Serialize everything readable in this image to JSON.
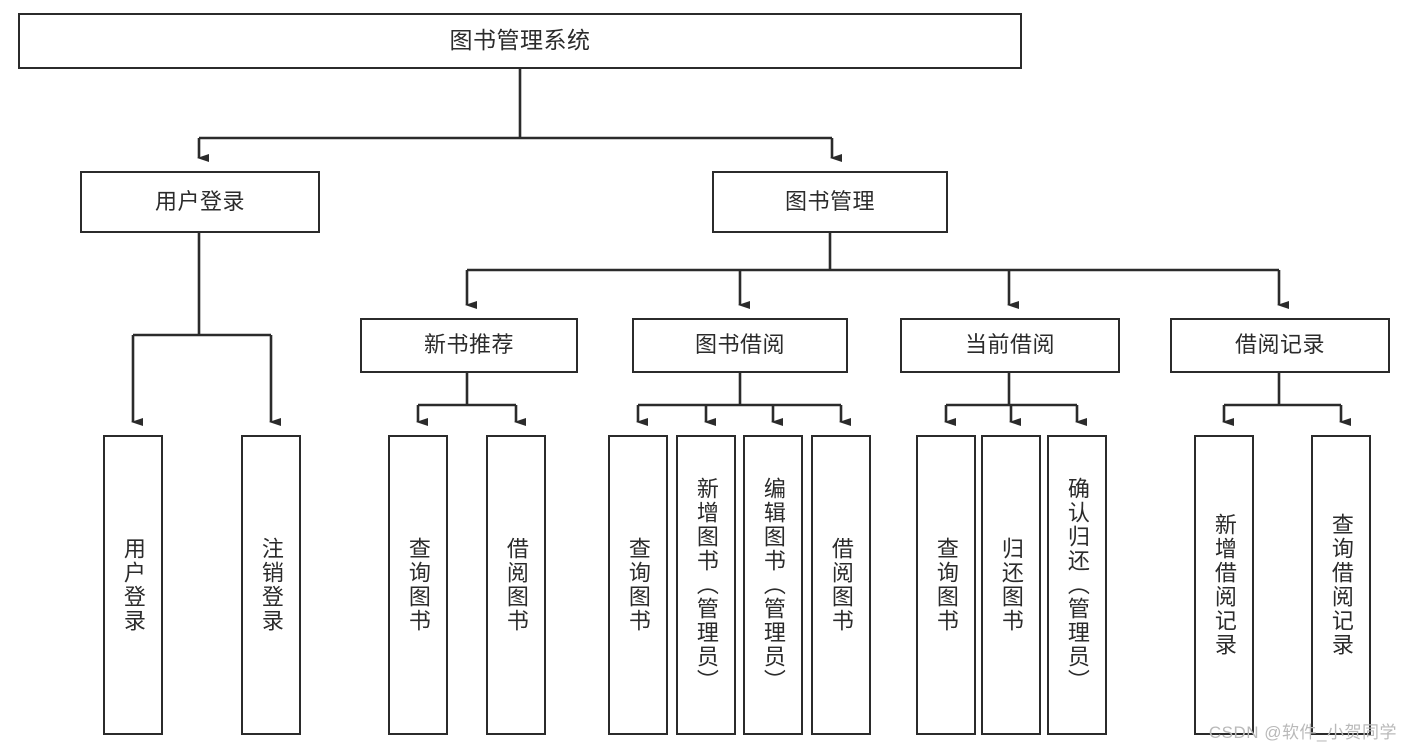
{
  "diagram": {
    "type": "tree-hierarchy",
    "title": "图书管理系统",
    "root": {
      "label": "图书管理系统"
    },
    "level2": [
      {
        "label": "用户登录"
      },
      {
        "label": "图书管理"
      }
    ],
    "level3": [
      {
        "label": "新书推荐"
      },
      {
        "label": "图书借阅"
      },
      {
        "label": "当前借阅"
      },
      {
        "label": "借阅记录"
      }
    ],
    "leaves": {
      "user_login": [
        {
          "label": "用户登录"
        },
        {
          "label": "注销登录"
        }
      ],
      "new_book_recommend": [
        {
          "label": "查询图书"
        },
        {
          "label": "借阅图书"
        }
      ],
      "book_borrow": [
        {
          "label": "查询图书"
        },
        {
          "label": "新增图书（管理员）"
        },
        {
          "label": "编辑图书（管理员）"
        },
        {
          "label": "借阅图书"
        }
      ],
      "current_borrow": [
        {
          "label": "查询图书"
        },
        {
          "label": "归还图书"
        },
        {
          "label": "确认归还（管理员）"
        }
      ],
      "borrow_record": [
        {
          "label": "新增借阅记录"
        },
        {
          "label": "查询借阅记录"
        }
      ]
    },
    "watermark": "CSDN @软件_小贺同学",
    "colors": {
      "stroke": "#2b2b2b",
      "fill": "#ffffff",
      "text": "#2b2b2b",
      "watermark": "#b9b9b9"
    }
  }
}
